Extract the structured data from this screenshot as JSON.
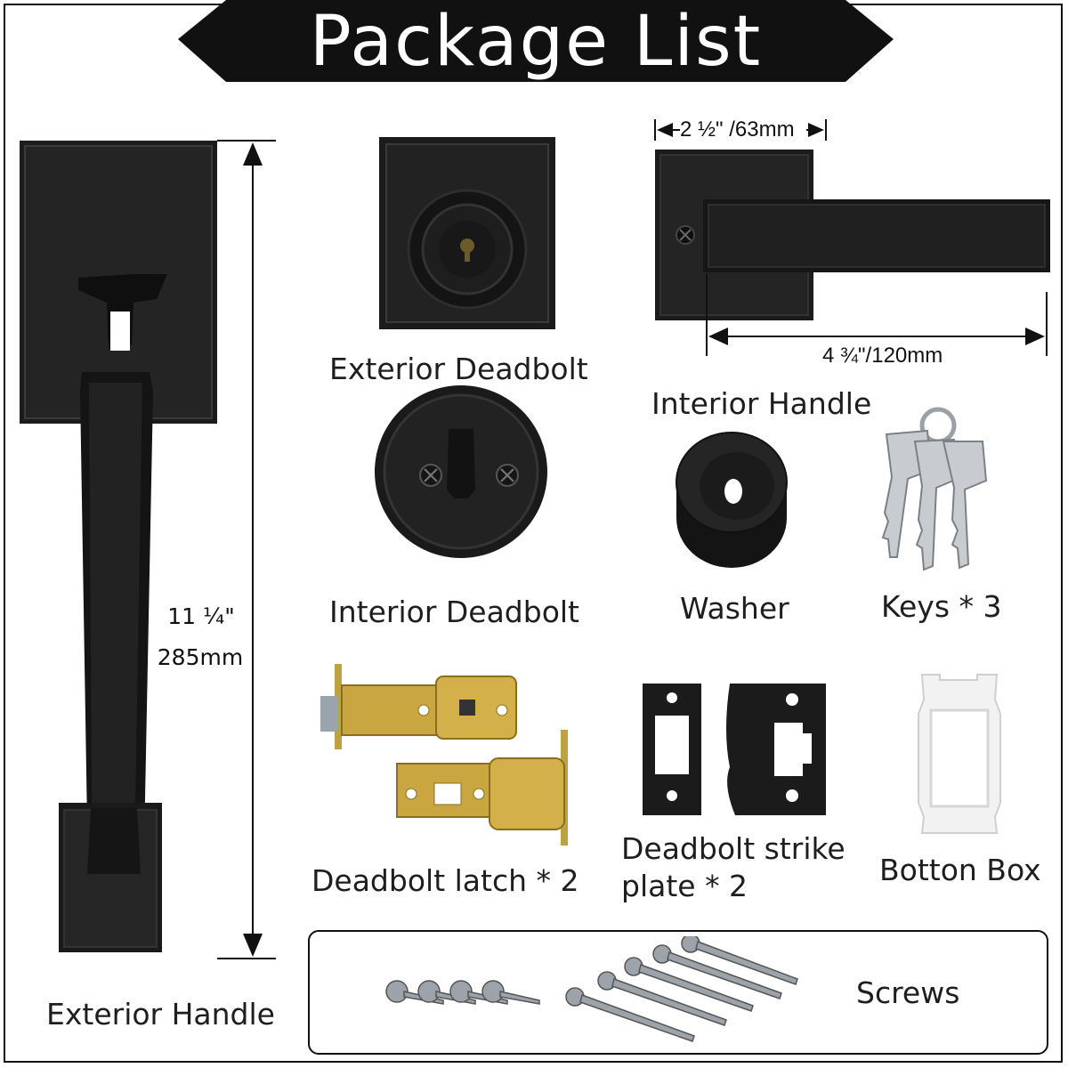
{
  "title": "Package List",
  "items": {
    "exterior_handle": "Exterior Handle",
    "exterior_deadbolt": "Exterior Deadbolt",
    "interior_handle": "Interior Handle",
    "interior_deadbolt": "Interior Deadbolt",
    "washer": "Washer",
    "keys": "Keys * 3",
    "deadbolt_latch": "Deadbolt latch * 2",
    "strike_plate_line1": "Deadbolt strike",
    "strike_plate_line2": "plate * 2",
    "botton_box": "Botton Box",
    "screws": "Screws"
  },
  "dimensions": {
    "handle_height_in": "11 ¼\"",
    "handle_height_mm": "285mm",
    "plate_width": "2 ½\" /63mm",
    "lever_length": "4 ¾\"/120mm"
  },
  "colors": {
    "product_finish": "#1c1c1c",
    "banner": "#111111",
    "brass": "#c9a640"
  }
}
